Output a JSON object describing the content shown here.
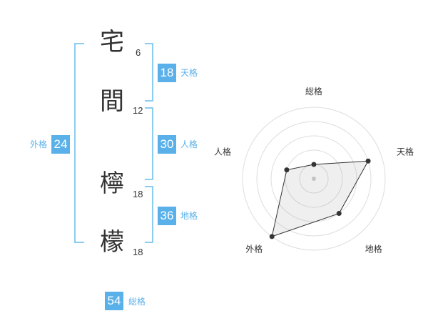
{
  "name": {
    "characters": [
      {
        "char": "宅",
        "strokes": "6"
      },
      {
        "char": "間",
        "strokes": "12"
      },
      {
        "char": "檸",
        "strokes": "18"
      },
      {
        "char": "檬",
        "strokes": "18"
      }
    ]
  },
  "fortunes": {
    "tenkaku": {
      "value": "18",
      "label": "天格"
    },
    "jinkaku": {
      "value": "30",
      "label": "人格"
    },
    "chikaku": {
      "value": "36",
      "label": "地格"
    },
    "gaikaku": {
      "value": "24",
      "label": "外格"
    },
    "soukaku": {
      "value": "54",
      "label": "総格"
    }
  },
  "colors": {
    "accent": "#5ab1ea",
    "bracket": "#8ccbf2",
    "text": "#333333"
  },
  "chart_data": {
    "type": "radar",
    "axes": [
      "総格",
      "天格",
      "地格",
      "外格",
      "人格"
    ],
    "values": [
      1,
      4,
      3,
      5,
      2
    ],
    "range": [
      0,
      5
    ],
    "grid": true
  }
}
